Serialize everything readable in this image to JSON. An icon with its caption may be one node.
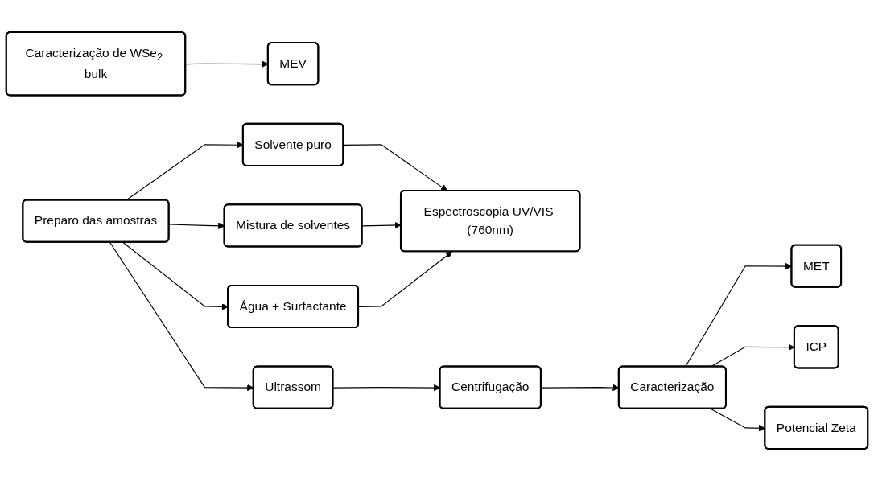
{
  "diagram": {
    "nodes": [
      {
        "text": [
          "Caracterização de WSe$_{2}$ bulk"
        ]
      },
      {
        "text": [
          "MEV"
        ]
      },
      {
        "text": [
          "Preparo das amostras"
        ]
      },
      {
        "text": [
          "Solvente puro"
        ]
      },
      {
        "text": [
          "Mistura de solventes"
        ]
      },
      {
        "text": [
          "Água + Surfactante"
        ]
      },
      {
        "text": [
          "Espectroscopia UV/VIS (760nm)"
        ]
      },
      {
        "text": [
          "Ultrassom"
        ]
      },
      {
        "text": [
          "Centrifugação"
        ]
      },
      {
        "text": [
          "Caracterização"
        ]
      },
      {
        "text": [
          "MET"
        ]
      },
      {
        "text": [
          "ICP"
        ]
      },
      {
        "text": [
          "Potencial Zeta"
        ]
      }
    ],
    "edges": [
      {
        "from": 0,
        "to": 1,
        "arrow": "to"
      },
      {
        "from": 2,
        "to": 3,
        "arrow": "to"
      },
      {
        "from": 2,
        "to": 4,
        "arrow": "to"
      },
      {
        "from": 2,
        "to": 5,
        "arrow": "to"
      },
      {
        "from": 3,
        "to": 6,
        "arrow": "to"
      },
      {
        "from": 4,
        "to": 6,
        "arrow": "to"
      },
      {
        "from": 5,
        "to": 6,
        "arrow": "to"
      },
      {
        "from": 2,
        "to": 7,
        "arrow": "to"
      },
      {
        "from": 7,
        "to": 8,
        "arrow": "to"
      },
      {
        "from": 8,
        "to": 9,
        "arrow": "to"
      },
      {
        "from": 9,
        "to": 10,
        "arrow": "to"
      },
      {
        "from": 9,
        "to": 11,
        "arrow": "to"
      },
      {
        "from": 9,
        "to": 12,
        "arrow": "to"
      }
    ]
  }
}
